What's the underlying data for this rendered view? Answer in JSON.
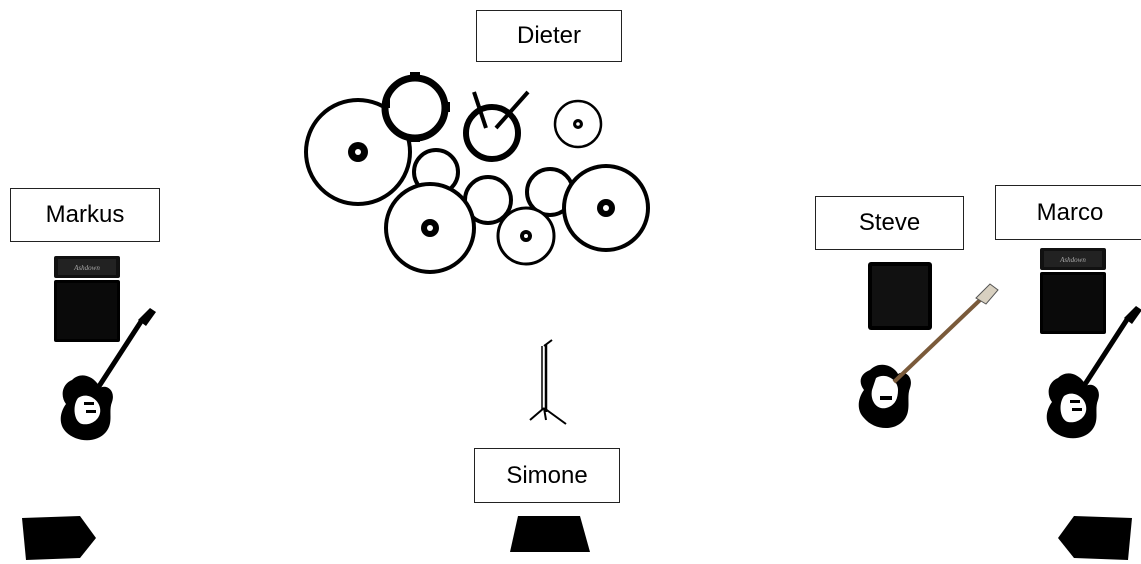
{
  "labels": {
    "drummer": "Dieter",
    "left_guitar": "Markus",
    "bass": "Steve",
    "right_guitar": "Marco",
    "vocals": "Simone"
  },
  "amp_logo_text": "Ashdown",
  "colors": {
    "ink": "#000000",
    "background": "#ffffff",
    "pickguard": "#ffffff"
  }
}
